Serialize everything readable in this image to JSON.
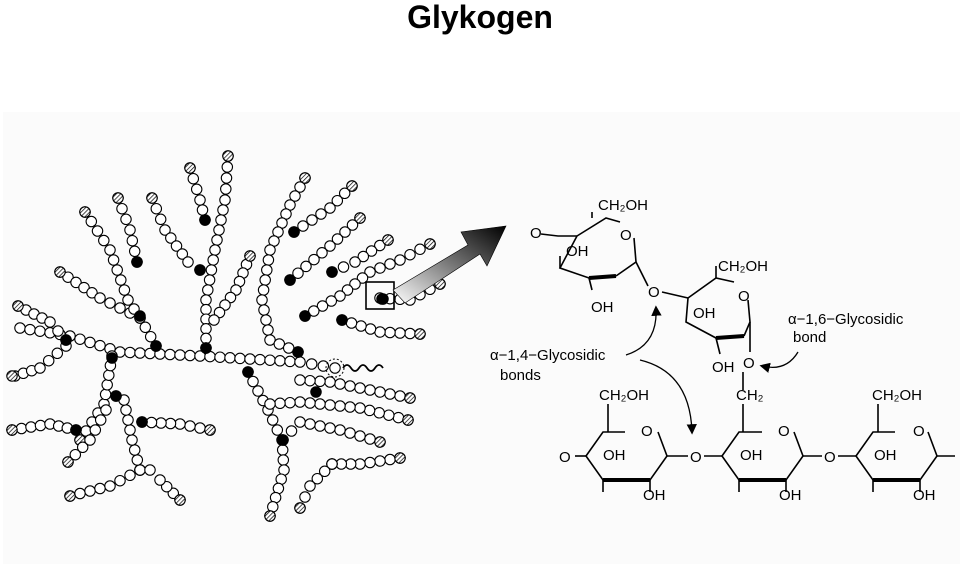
{
  "title": "Glykogen",
  "labels": {
    "alpha14_line1": "α−1,4−Glycosidic",
    "alpha14_line2": "bonds",
    "alpha16_line1": "α−1,6−Glycosidic",
    "alpha16_line2": "bond"
  },
  "ring_groups": {
    "ch2oh": "CH₂OH",
    "ch2": "CH₂",
    "oh": "OH",
    "o": "O"
  }
}
